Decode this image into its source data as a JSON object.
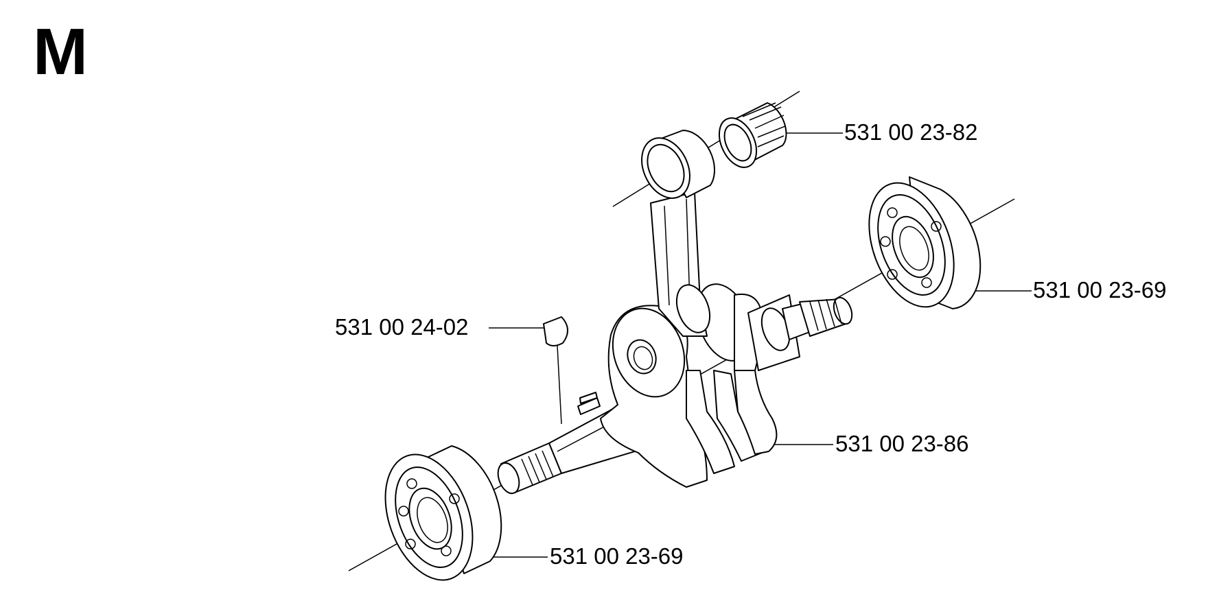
{
  "section": "M",
  "parts": [
    {
      "id": "needle-bearing",
      "number": "531 00 23-82"
    },
    {
      "id": "ball-bearing-right",
      "number": "531 00 23-69"
    },
    {
      "id": "woodruff-key",
      "number": "531 00 24-02"
    },
    {
      "id": "crankshaft",
      "number": "531 00 23-86"
    },
    {
      "id": "ball-bearing-left",
      "number": "531 00 23-69"
    }
  ]
}
